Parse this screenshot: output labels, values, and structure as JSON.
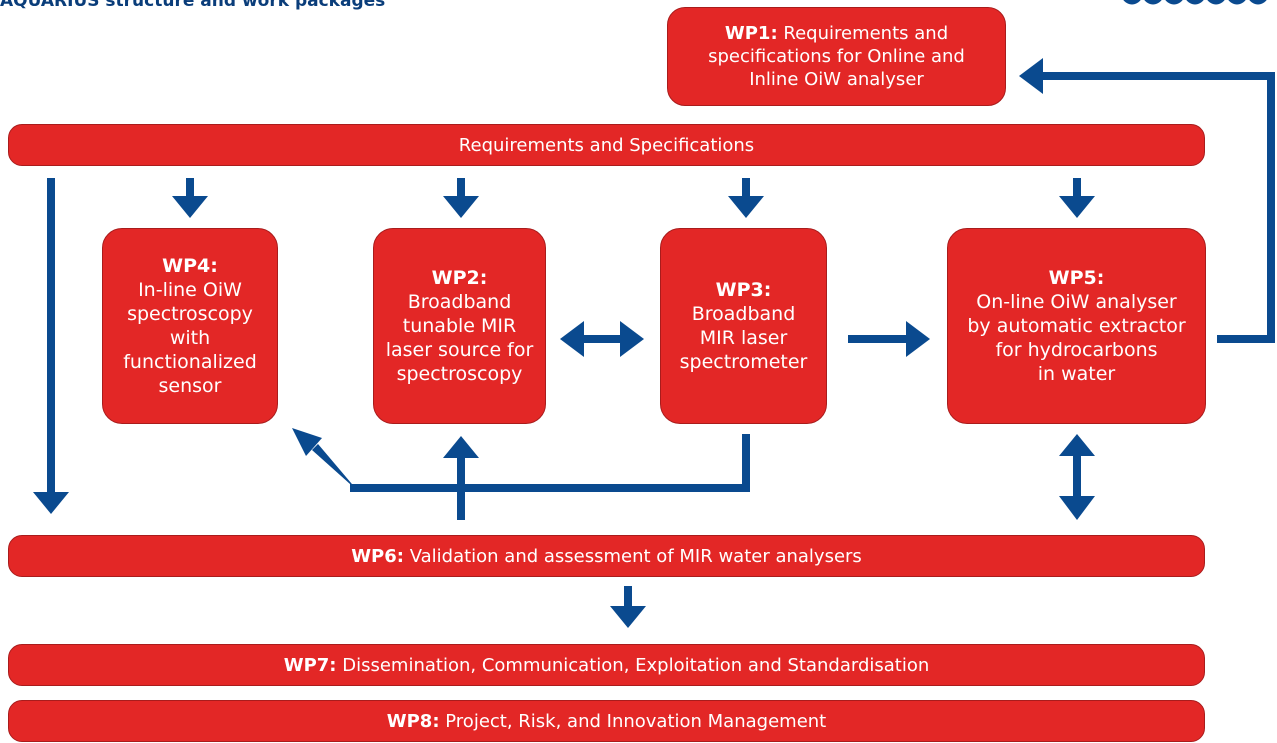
{
  "header": {
    "title": "AQUARIUS structure and work packages"
  },
  "colors": {
    "box_fill": "#e32726",
    "box_border": "#a91c1c",
    "arrow": "#0a4a8f",
    "title": "#0a3d7a",
    "text": "#ffffff"
  },
  "wp1": {
    "code": "WP1:",
    "lines": [
      "Requirements and",
      "specifications for Online and",
      "Inline OiW analyser"
    ]
  },
  "requirements_bar": {
    "label": "Requirements and Specifications"
  },
  "wp4": {
    "code": "WP4:",
    "lines": [
      "In-line OiW",
      "spectroscopy",
      "with",
      "functionalized",
      "sensor"
    ]
  },
  "wp2": {
    "code": "WP2:",
    "lines": [
      "Broadband",
      "tunable MIR",
      "laser source for",
      "spectroscopy"
    ]
  },
  "wp3": {
    "code": "WP3:",
    "lines": [
      "Broadband",
      "MIR laser",
      "spectrometer"
    ]
  },
  "wp5": {
    "code": "WP5:",
    "lines": [
      "On-line OiW analyser",
      "by automatic extractor",
      "for hydrocarbons",
      "in water"
    ]
  },
  "wp6": {
    "code": "WP6:",
    "label": "Validation and assessment of MIR water analysers"
  },
  "wp7": {
    "code": "WP7:",
    "label": "Dissemination, Communication, Exploitation and Standardisation"
  },
  "wp8": {
    "code": "WP8:",
    "label": "Project, Risk, and Innovation Management"
  }
}
